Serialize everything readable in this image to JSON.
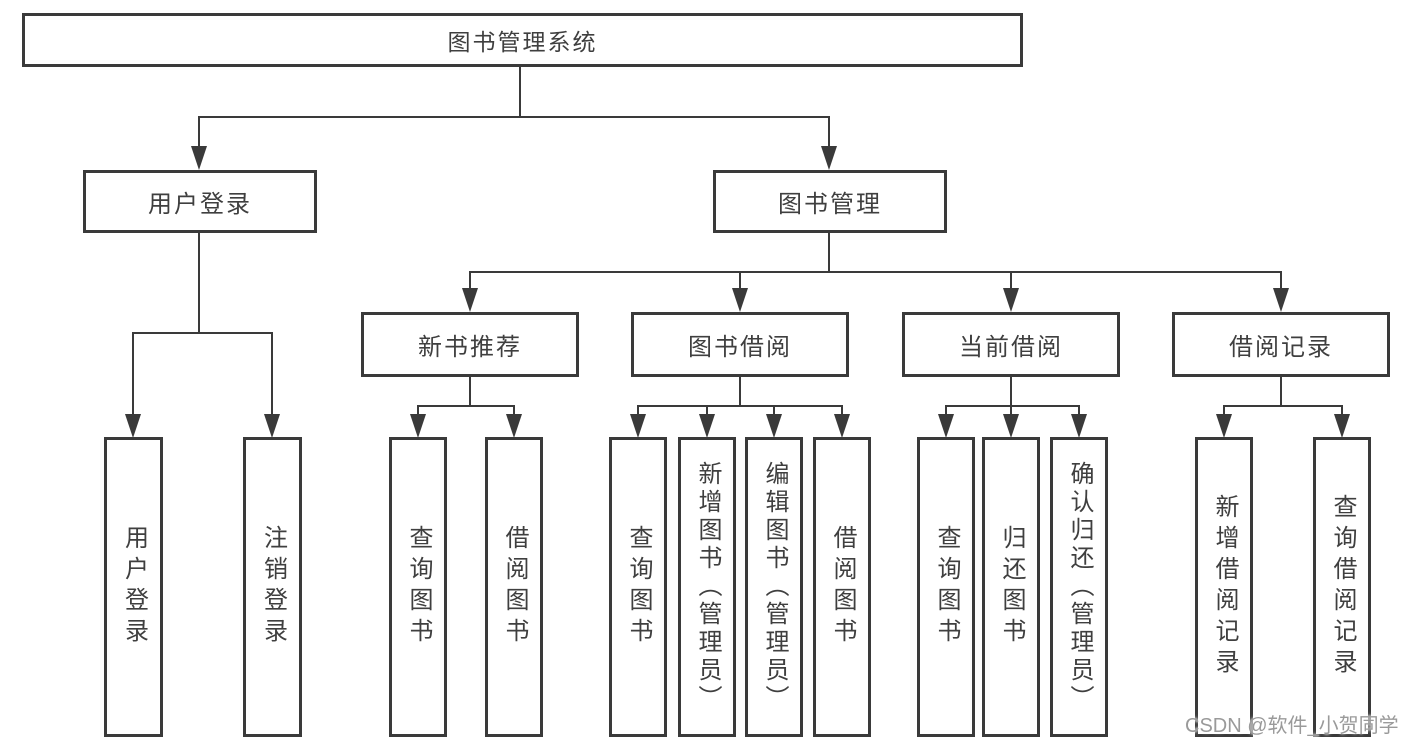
{
  "diagram": {
    "type": "hierarchy-tree",
    "orientation": "top-down",
    "colors": {
      "line": "#3a3a3a",
      "box_border": "#3a3a3a",
      "text": "#3f3f3f",
      "background": "#ffffff",
      "watermark": "#9a9a9a"
    }
  },
  "tree": {
    "label": "图书管理系统",
    "children": [
      {
        "label": "用户登录",
        "children": [
          {
            "label": "用户登录"
          },
          {
            "label": "注销登录"
          }
        ]
      },
      {
        "label": "图书管理",
        "children": [
          {
            "label": "新书推荐",
            "children": [
              {
                "label": "查询图书"
              },
              {
                "label": "借阅图书"
              }
            ]
          },
          {
            "label": "图书借阅",
            "children": [
              {
                "label": "查询图书"
              },
              {
                "label": "新增图书（管理员）"
              },
              {
                "label": "编辑图书（管理员）"
              },
              {
                "label": "借阅图书"
              }
            ]
          },
          {
            "label": "当前借阅",
            "children": [
              {
                "label": "查询图书"
              },
              {
                "label": "归还图书"
              },
              {
                "label": "确认归还（管理员）"
              }
            ]
          },
          {
            "label": "借阅记录",
            "children": [
              {
                "label": "新增借阅记录"
              },
              {
                "label": "查询借阅记录"
              }
            ]
          }
        ]
      }
    ]
  },
  "watermark": {
    "text": "CSDN @软件_小贺同学"
  }
}
